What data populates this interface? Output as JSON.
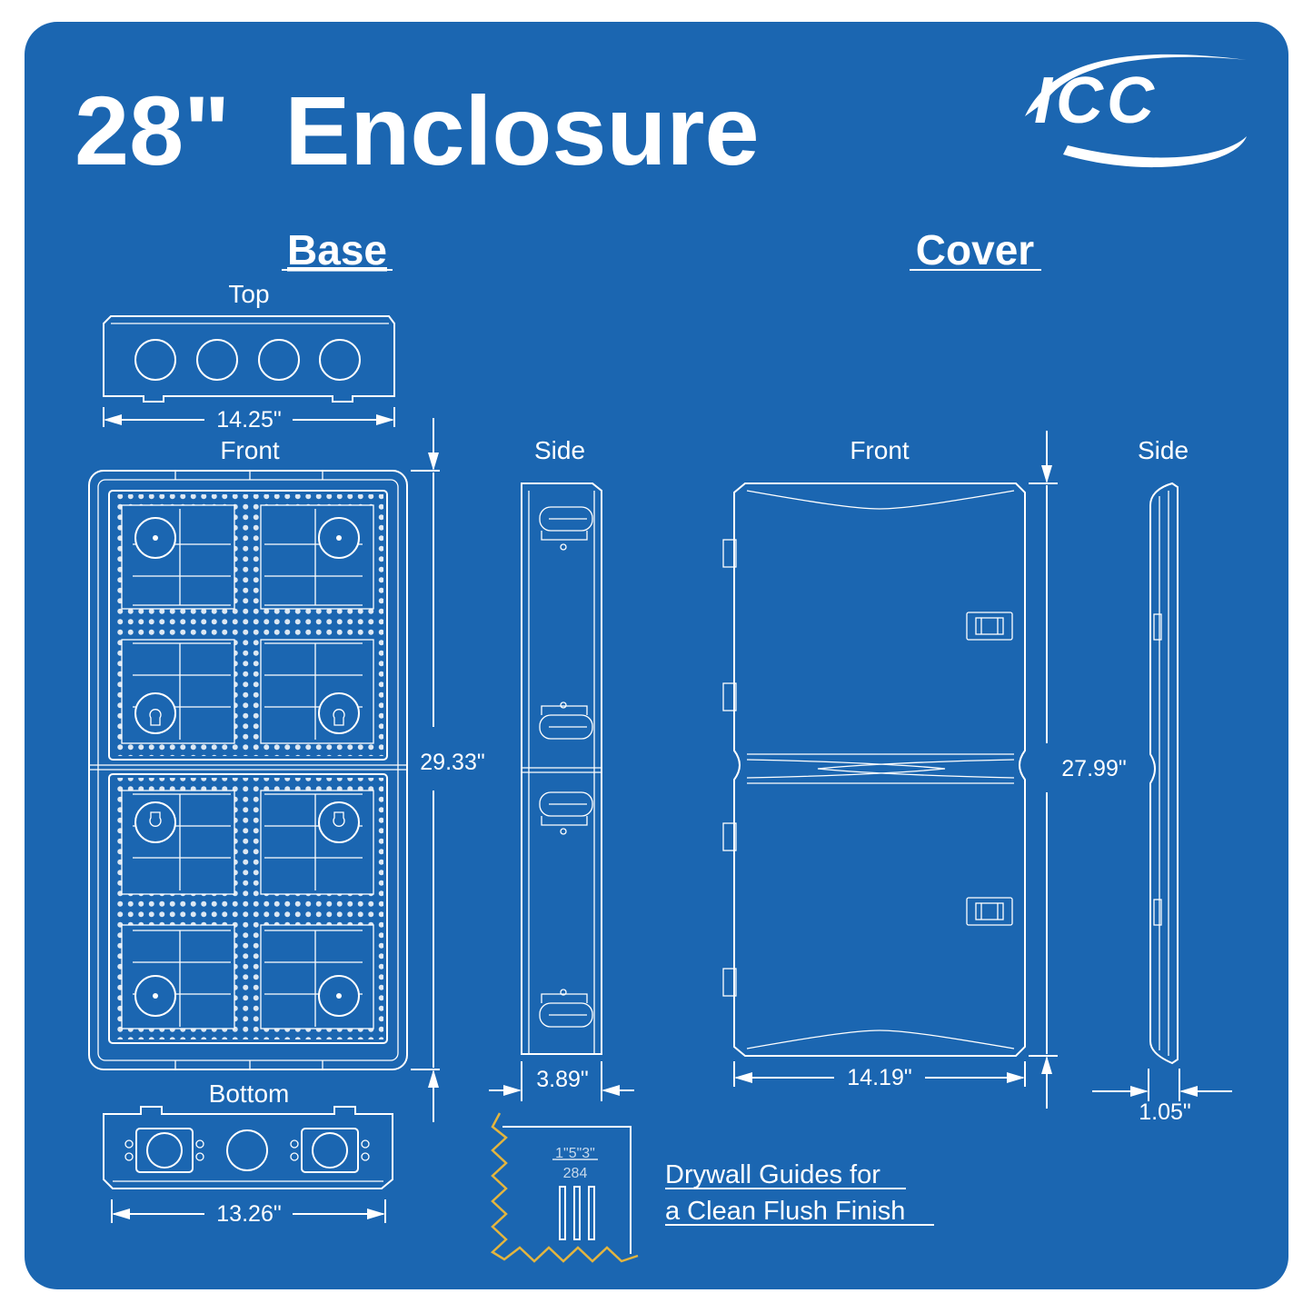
{
  "title": "28\"  Enclosure",
  "brand": "ICC",
  "colors": {
    "background": "#1b66b1",
    "frame": "#ffffff",
    "line": "#ffffff",
    "accent_gold": "#e3b53f"
  },
  "base": {
    "heading": "Base",
    "top_label": "Top",
    "top_width": "14.25\"",
    "front_label": "Front",
    "front_height": "29.33\"",
    "bottom_label": "Bottom",
    "bottom_width": "13.26\"",
    "side_label": "Side",
    "side_depth": "3.89\""
  },
  "cover": {
    "heading": "Cover",
    "front_label": "Front",
    "front_width": "14.19\"",
    "front_height": "27.99\"",
    "side_label": "Side",
    "side_depth": "1.05\""
  },
  "drywall": {
    "note_line1": "Drywall Guides for",
    "note_line2": "a Clean Flush Finish",
    "gauge_top": "1\"5\"3\"",
    "gauge_bottom": "284"
  }
}
